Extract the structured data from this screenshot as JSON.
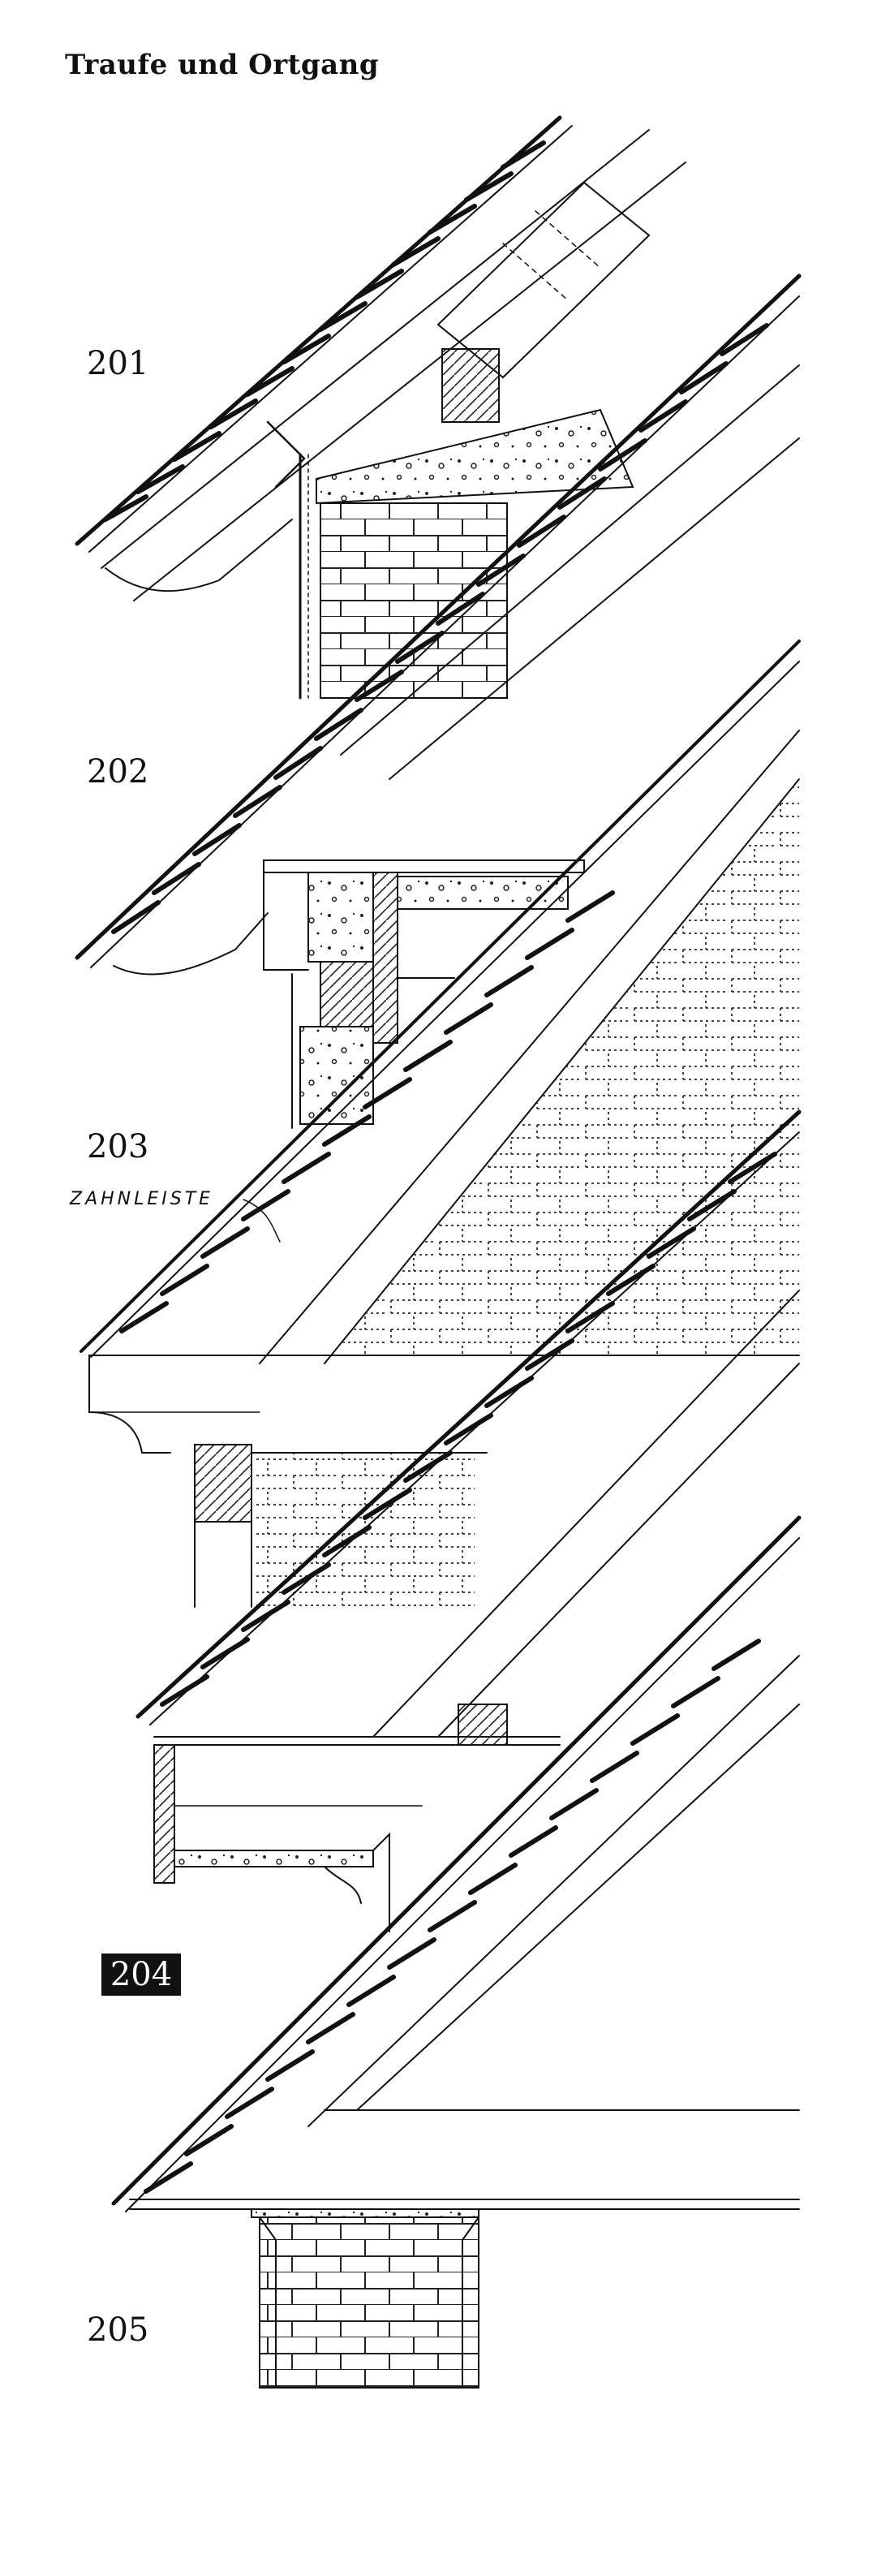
{
  "title": "Traufe und Ortgang",
  "figures": [
    {
      "number": "201"
    },
    {
      "number": "202"
    },
    {
      "number": "203"
    },
    {
      "number": "204"
    },
    {
      "number": "205"
    }
  ],
  "annotations": {
    "zahnleiste": "ZAHNLEISTE"
  }
}
